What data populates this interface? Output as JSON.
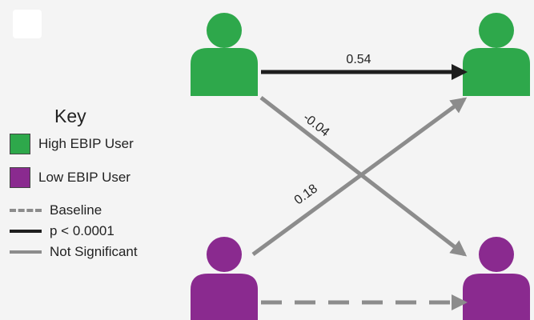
{
  "colors": {
    "high_user": "#2ea84b",
    "low_user": "#8a2a8f",
    "significant": "#1e1e1e",
    "not_significant": "#8c8c8c",
    "baseline": "#8c8c8c"
  },
  "key": {
    "title": "Key",
    "items": [
      {
        "id": "high",
        "label": "High EBIP User",
        "kind": "swatch",
        "color": "#2ea84b"
      },
      {
        "id": "low",
        "label": "Low EBIP User",
        "kind": "swatch",
        "color": "#8a2a8f"
      },
      {
        "id": "baseline",
        "label": "Baseline",
        "kind": "line",
        "style": "dashed",
        "color": "#8c8c8c"
      },
      {
        "id": "sig",
        "label": "p < 0.0001",
        "kind": "line",
        "style": "solid-dark",
        "color": "#1e1e1e"
      },
      {
        "id": "ns",
        "label": "Not Significant",
        "kind": "line",
        "style": "solid-gray",
        "color": "#8c8c8c"
      }
    ]
  },
  "nodes": [
    {
      "id": "high-left",
      "type": "high"
    },
    {
      "id": "high-right",
      "type": "high"
    },
    {
      "id": "low-left",
      "type": "low"
    },
    {
      "id": "low-right",
      "type": "low"
    }
  ],
  "edges": [
    {
      "id": "high-high",
      "from": "high-left",
      "to": "high-right",
      "label": "0.54",
      "style": "significant"
    },
    {
      "id": "high-low",
      "from": "high-left",
      "to": "low-right",
      "label": "-0.04",
      "style": "not_significant"
    },
    {
      "id": "low-high",
      "from": "low-left",
      "to": "high-right",
      "label": "0.18",
      "style": "not_significant"
    },
    {
      "id": "low-low",
      "from": "low-left",
      "to": "low-right",
      "label": "",
      "style": "baseline"
    }
  ]
}
